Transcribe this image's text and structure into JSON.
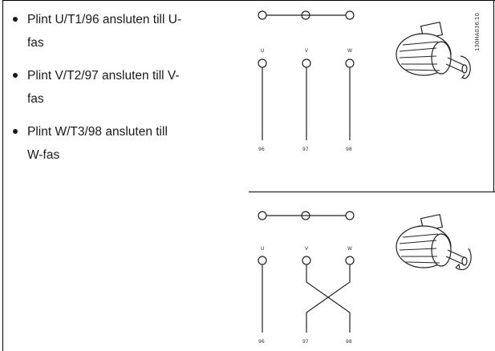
{
  "bullets": [
    {
      "line1": "Plint U/T1/96 ansluten till U-",
      "line2": "fas"
    },
    {
      "line1": "Plint V/T2/97 ansluten till V-",
      "line2": "fas"
    },
    {
      "line1": "Plint W/T3/98 ansluten till",
      "line2": "W-fas"
    }
  ],
  "diagram_top": {
    "phase_labels": [
      "U",
      "V",
      "W"
    ],
    "terminal_labels": [
      "96",
      "97",
      "98"
    ]
  },
  "diagram_bottom": {
    "phase_labels": [
      "U",
      "V",
      "W"
    ],
    "terminal_labels": [
      "96",
      "97",
      "98"
    ]
  },
  "figure_code": "130HA036.10"
}
